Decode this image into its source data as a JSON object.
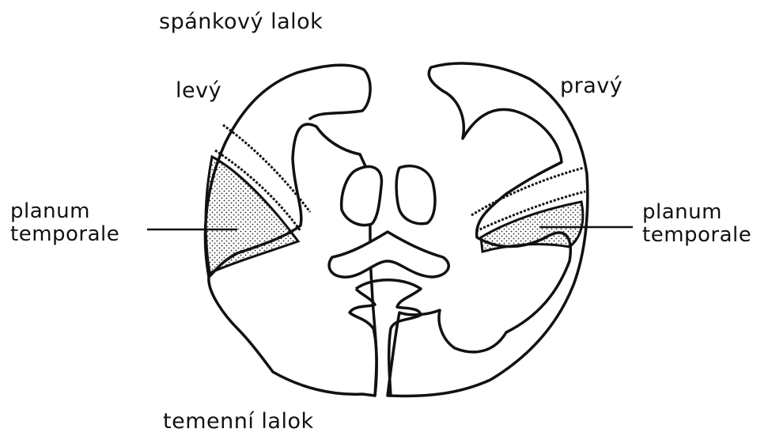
{
  "labels": {
    "top": "spánkový lalok",
    "bottom": "temenní lalok",
    "left_hemisphere": "levý",
    "right_hemisphere": "pravý",
    "left_region": {
      "line1": "planum",
      "line2": "temporale"
    },
    "right_region": {
      "line1": "planum",
      "line2": "temporale"
    }
  },
  "colors": {
    "ink": "#111111",
    "background": "#ffffff",
    "stipple": "#222222"
  }
}
